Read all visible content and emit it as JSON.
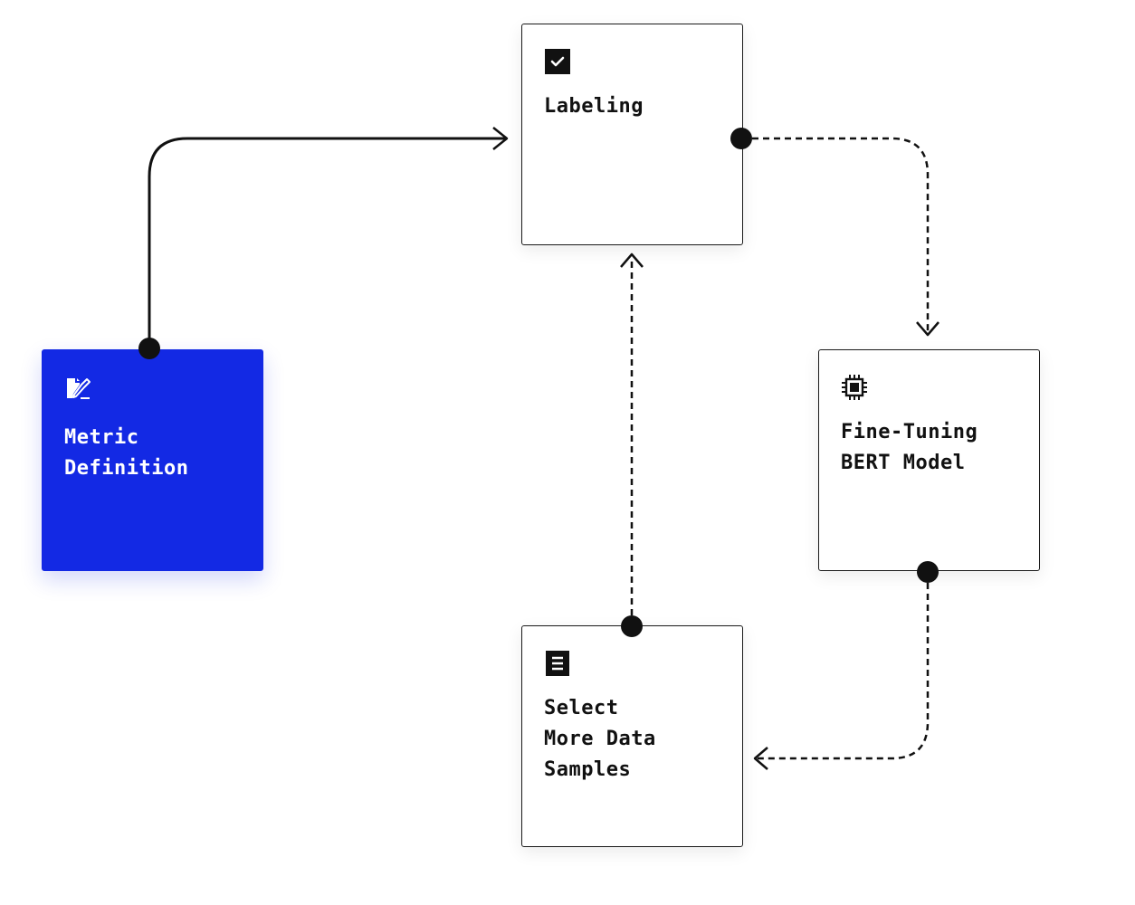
{
  "nodes": {
    "metric": {
      "label": "Metric\nDefinition",
      "icon": "edit-document-icon",
      "color": "#1329e4"
    },
    "labeling": {
      "label": "Labeling",
      "icon": "checkbox-icon"
    },
    "finetune": {
      "label": "Fine-Tuning\nBERT Model",
      "icon": "chip-icon"
    },
    "select": {
      "label": "Select\nMore Data\nSamples",
      "icon": "document-list-icon"
    }
  },
  "edges": [
    {
      "from": "Metric Definition",
      "to": "Labeling",
      "style": "solid"
    },
    {
      "from": "Labeling",
      "to": "Fine-Tuning BERT Model",
      "style": "dashed"
    },
    {
      "from": "Fine-Tuning BERT Model",
      "to": "Select More Data Samples",
      "style": "dashed"
    },
    {
      "from": "Select More Data Samples",
      "to": "Labeling",
      "style": "dashed"
    }
  ]
}
